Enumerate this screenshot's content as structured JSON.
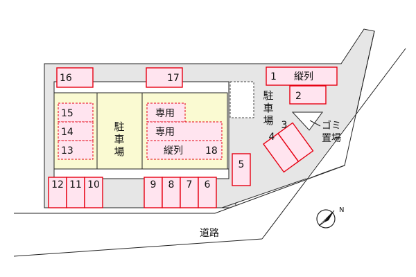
{
  "colors": {
    "lot_fill": "#e6e6e6",
    "building_fill": "#fafad2",
    "parking_red": "#e60012",
    "parking_pink": "#ffe4ef",
    "stroke": "#222222"
  },
  "labels": {
    "parking_center": "駐車場",
    "parking_right": "駐車場",
    "garbage": "ゴミ置場",
    "road": "道路"
  },
  "slots": {
    "s1": {
      "number": "1",
      "note": "縦列"
    },
    "s2": {
      "number": "2"
    },
    "s3": {
      "number": "3"
    },
    "s4": {
      "number": "4"
    },
    "s5": {
      "number": "5"
    },
    "s6": {
      "number": "6"
    },
    "s7": {
      "number": "7"
    },
    "s8": {
      "number": "8"
    },
    "s9": {
      "number": "9"
    },
    "s10": {
      "number": "10"
    },
    "s11": {
      "number": "11"
    },
    "s12": {
      "number": "12"
    },
    "s13": {
      "number": "13"
    },
    "s14": {
      "number": "14"
    },
    "s15": {
      "number": "15"
    },
    "s16": {
      "number": "16"
    },
    "s17": {
      "number": "17"
    },
    "s18": {
      "number": "18",
      "note": "縦列"
    },
    "private_top": {
      "label": "専用"
    },
    "private_mid": {
      "label": "専用"
    }
  },
  "compass": {
    "icon": "compass-north-icon",
    "letter": "N"
  }
}
